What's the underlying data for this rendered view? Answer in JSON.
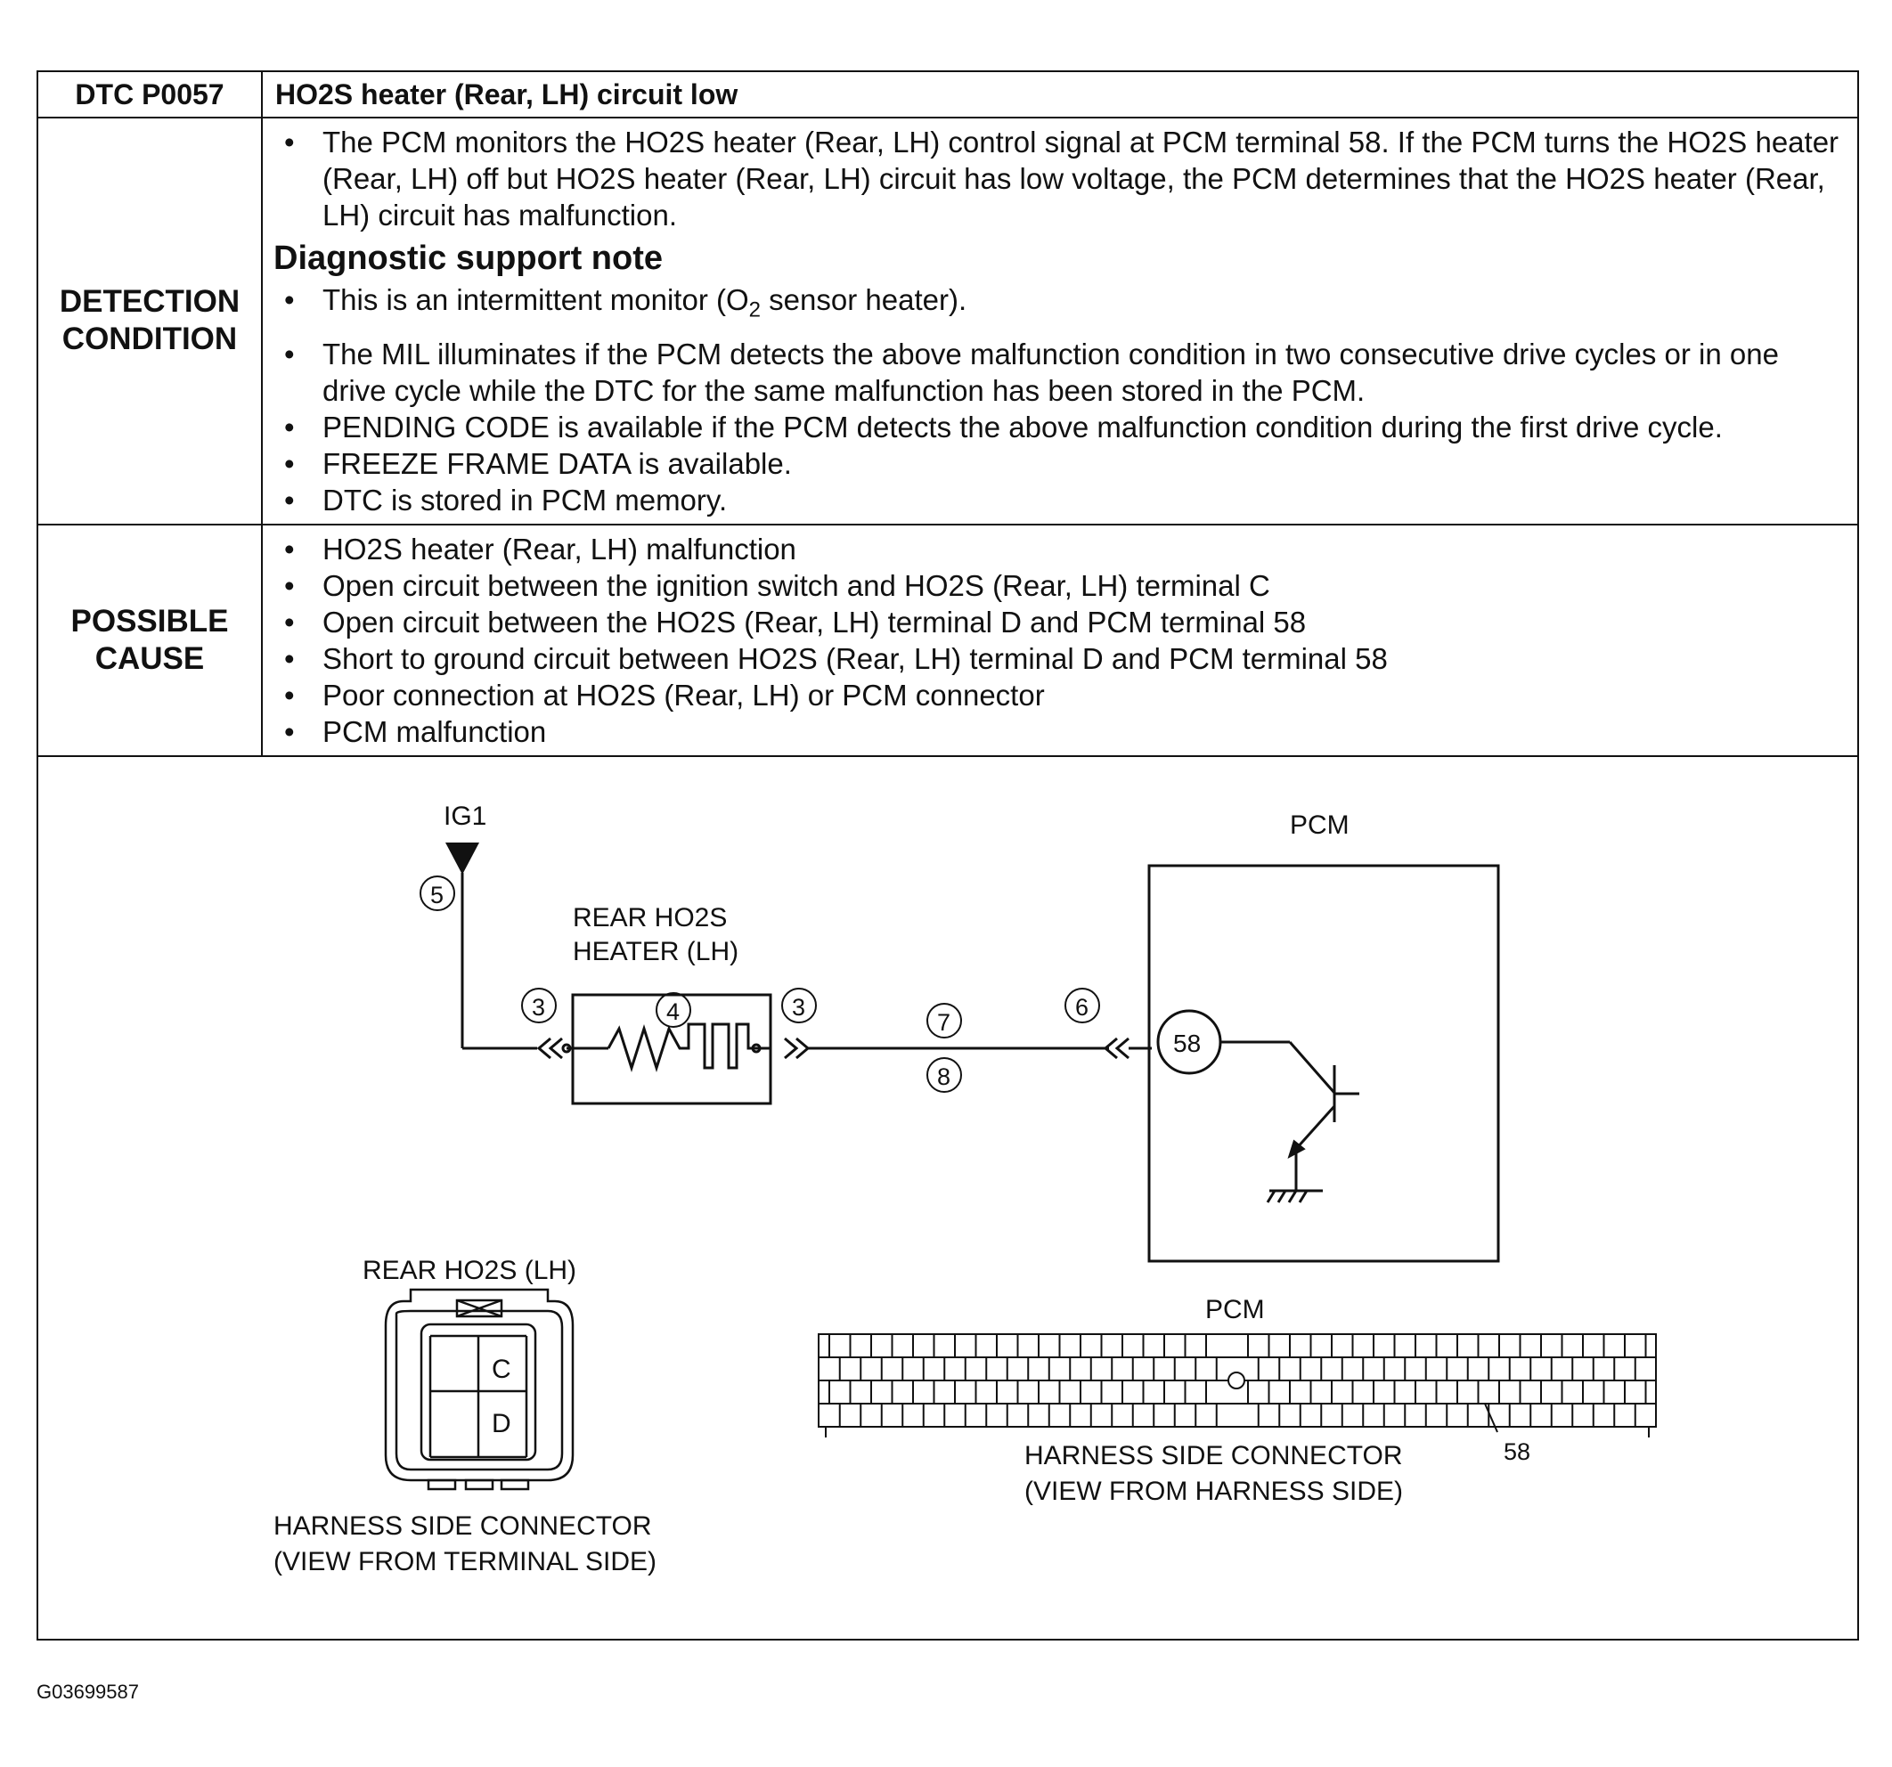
{
  "header": {
    "code": "DTC P0057",
    "title": "HO2S heater (Rear, LH) circuit low"
  },
  "detection": {
    "label_line1": "DETECTION",
    "label_line2": "CONDITION",
    "intro": "The PCM monitors the HO2S heater (Rear, LH) control signal at PCM terminal 58. If the PCM turns the HO2S heater (Rear, LH) off but HO2S heater (Rear, LH) circuit has low voltage, the PCM determines that the HO2S heater (Rear, LH) circuit has malfunction.",
    "note_heading": "Diagnostic support note",
    "note1_pre": "This is an intermittent monitor (O",
    "note1_sub": "2",
    "note1_post": " sensor heater).",
    "note2": "The MIL illuminates if the PCM detects the above malfunction condition in two consecutive drive cycles or in one drive cycle while the DTC for the same malfunction has been stored in the PCM.",
    "note3": "PENDING CODE is available if the PCM detects the above malfunction condition during the first drive cycle.",
    "note4": "FREEZE FRAME DATA is available.",
    "note5": "DTC is stored in PCM memory."
  },
  "possible_cause": {
    "label_line1": "POSSIBLE",
    "label_line2": "CAUSE",
    "items": [
      "HO2S heater (Rear, LH) malfunction",
      "Open circuit between the ignition switch and HO2S (Rear, LH) terminal C",
      "Open circuit between the HO2S (Rear, LH) terminal D and PCM terminal 58",
      "Short to ground circuit between HO2S (Rear, LH) terminal D and PCM terminal 58",
      "Poor connection at HO2S (Rear, LH) or PCM connector",
      "PCM malfunction"
    ]
  },
  "diagram": {
    "ig1": "IG1",
    "pcm_label": "PCM",
    "heater_line1": "REAR HO2S",
    "heater_line2": "HEATER (LH)",
    "terminal_58": "58",
    "marker_3": "3",
    "marker_4": "4",
    "marker_5": "5",
    "marker_6": "6",
    "marker_7": "7",
    "marker_8": "8",
    "sensor_connector_title": "REAR HO2S (LH)",
    "pin_c": "C",
    "pin_d": "D",
    "sensor_caption1": "HARNESS SIDE CONNECTOR",
    "sensor_caption2": "(VIEW FROM TERMINAL SIDE)",
    "pcm_connector_title": "PCM",
    "pcm_pin_58": "58",
    "pcm_caption1": "HARNESS SIDE CONNECTOR",
    "pcm_caption2": "(VIEW FROM HARNESS SIDE)"
  },
  "figure_id": "G03699587"
}
